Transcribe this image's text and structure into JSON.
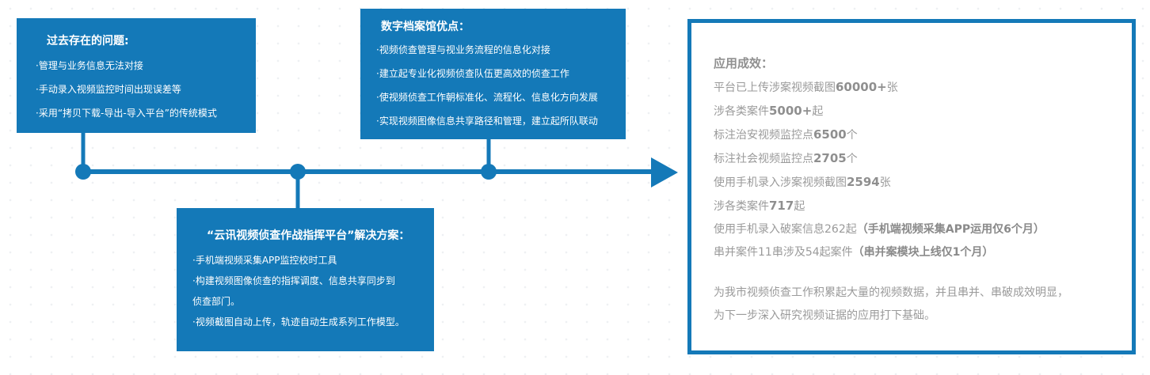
{
  "problems": {
    "title": "过去存在的问题:",
    "items": [
      "·管理与业务信息无法对接",
      "·手动录入视频监控时间出现误差等",
      "·采用“拷贝下载-导出-导入平台”的传统模式"
    ]
  },
  "advantages": {
    "title": "数字档案馆优点：",
    "items": [
      "·视频侦查管理与视业务流程的信息化对接",
      "·建立起专业化视频侦查队伍更高效的侦查工作",
      "·使视频侦查工作朝标准化、流程化、信息化方向发展",
      "·实现视频图像信息共享路径和管理，建立起所队联动"
    ]
  },
  "solution": {
    "title": "“云讯视频侦查作战指挥平台”解决方案：",
    "items": [
      "·手机端视频采集APP监控校时工具",
      "·构建视频图像侦查的指挥调度、信息共享同步到",
      "侦查部门。",
      "·视频截图自动上传，轨迹自动生成系列工作模型。"
    ]
  },
  "results": {
    "title": "应用成效：",
    "lines": [
      {
        "pre": "平台已上传涉案视频截图",
        "num": "60000+",
        "post": "张",
        "note": ""
      },
      {
        "pre": "涉各类案件",
        "num": "5000+",
        "post": "起",
        "note": ""
      },
      {
        "pre": "标注治安视频监控点",
        "num": "6500",
        "post": "个",
        "note": ""
      },
      {
        "pre": "标注社会视频监控点",
        "num": "2705",
        "post": "个",
        "note": ""
      },
      {
        "pre": "使用手机录入涉案视频截图",
        "num": "2594",
        "post": "张",
        "note": ""
      },
      {
        "pre": "涉各类案件",
        "num": "717",
        "post": "起",
        "note": ""
      },
      {
        "pre": "使用手机录入破案信息262起",
        "num": "",
        "post": "",
        "note": "（手机端视频采集APP运用仅6个月）"
      },
      {
        "pre": "串并案件11串涉及54起案件",
        "num": "",
        "post": "",
        "note": "（串并案模块上线仅1个月）"
      }
    ],
    "summary": [
      "为我市视频侦查工作积累起大量的视频数据，并且串并、串破成效明显，",
      "为下一步深入研究视频证据的应用打下基础。"
    ]
  },
  "colors": {
    "primary": "#1479b8",
    "text_gray": "#9a9a9a"
  }
}
